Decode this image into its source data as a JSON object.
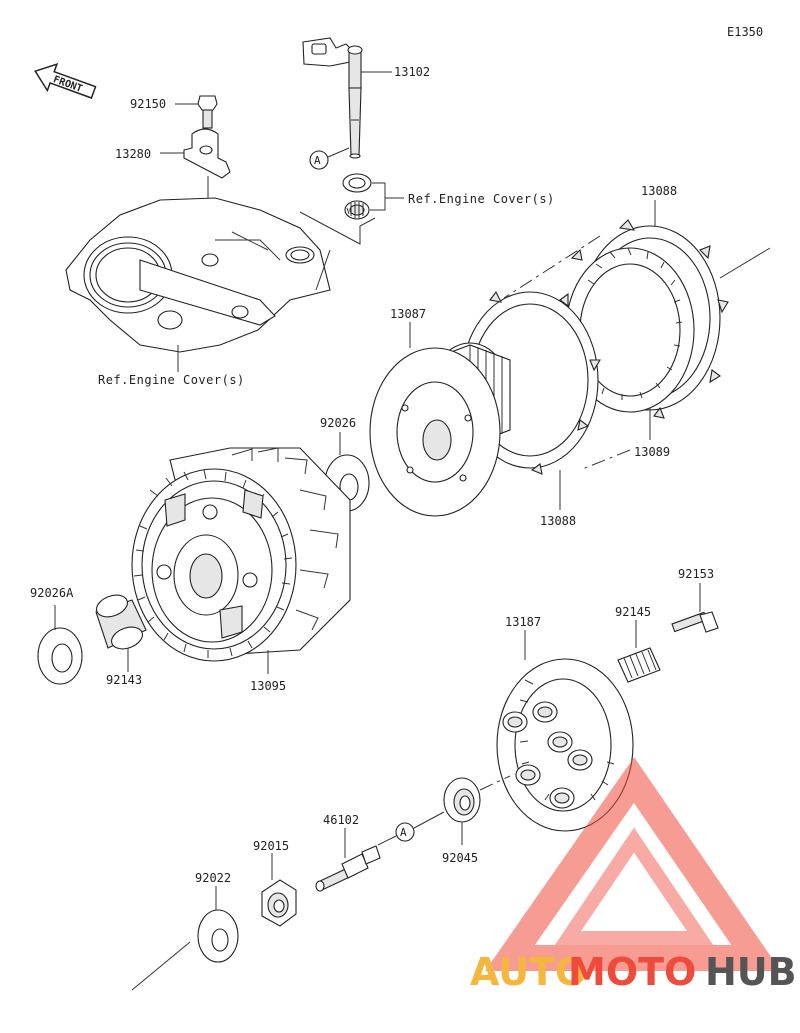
{
  "diagram_code": "E1350",
  "front_label": "FRONT",
  "callout_letter": "A",
  "parts": [
    {
      "id": "13102"
    },
    {
      "id": "92150"
    },
    {
      "id": "13280"
    },
    {
      "id": "13088"
    },
    {
      "id": "13087"
    },
    {
      "id": "13089"
    },
    {
      "id": "92026"
    },
    {
      "id": "13088"
    },
    {
      "id": "92026A"
    },
    {
      "id": "92143"
    },
    {
      "id": "13095"
    },
    {
      "id": "92153"
    },
    {
      "id": "92145"
    },
    {
      "id": "13187"
    },
    {
      "id": "46102"
    },
    {
      "id": "92015"
    },
    {
      "id": "92045"
    },
    {
      "id": "92022"
    }
  ],
  "refs": {
    "engine_cover_top": "Ref.Engine Cover(s)",
    "engine_cover_left": "Ref.Engine Cover(s)"
  },
  "watermark": {
    "word_auto": "AUTO",
    "word_moto": "MOTO",
    "word_hub": "HUB",
    "colors": {
      "auto": "#f4b63c",
      "moto": "#ef4b3c",
      "hub": "#555555",
      "triangle": "#ef4b3c"
    }
  }
}
